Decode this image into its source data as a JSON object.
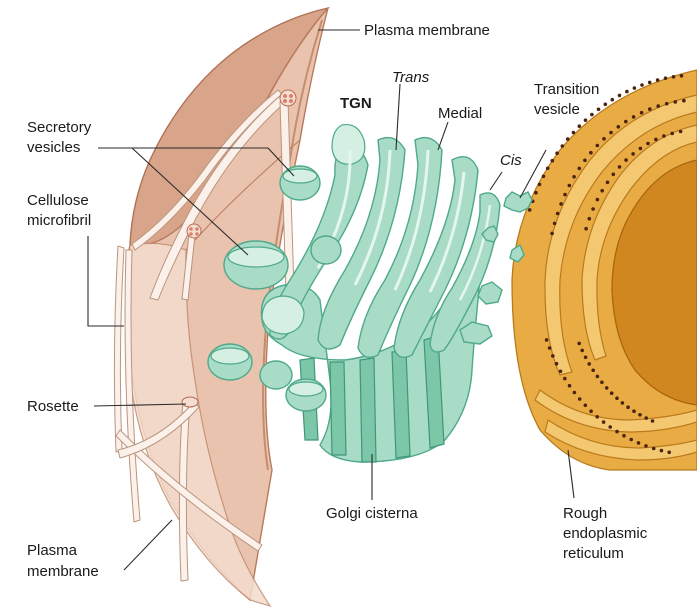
{
  "labels": {
    "plasma_membrane_top": "Plasma membrane",
    "secretory_vesicles_line1": "Secretory",
    "secretory_vesicles_line2": "vesicles",
    "cellulose_microfibril_line1": "Cellulose",
    "cellulose_microfibril_line2": "microfibril",
    "rosette": "Rosette",
    "plasma_membrane_bottom_line1": "Plasma",
    "plasma_membrane_bottom_line2": "membrane",
    "tgn": "TGN",
    "trans": "Trans",
    "medial": "Medial",
    "cis": "Cis",
    "transition_vesicle_line1": "Transition",
    "transition_vesicle_line2": "vesicle",
    "golgi_cisterna": "Golgi cisterna",
    "rough_er_line1": "Rough",
    "rough_er_line2": "endoplasmic",
    "rough_er_line3": "reticulum"
  },
  "colors": {
    "golgi": "#a9dcc6",
    "rough_er": "#e9ac45",
    "cell_wall": "#e9c3ad"
  }
}
